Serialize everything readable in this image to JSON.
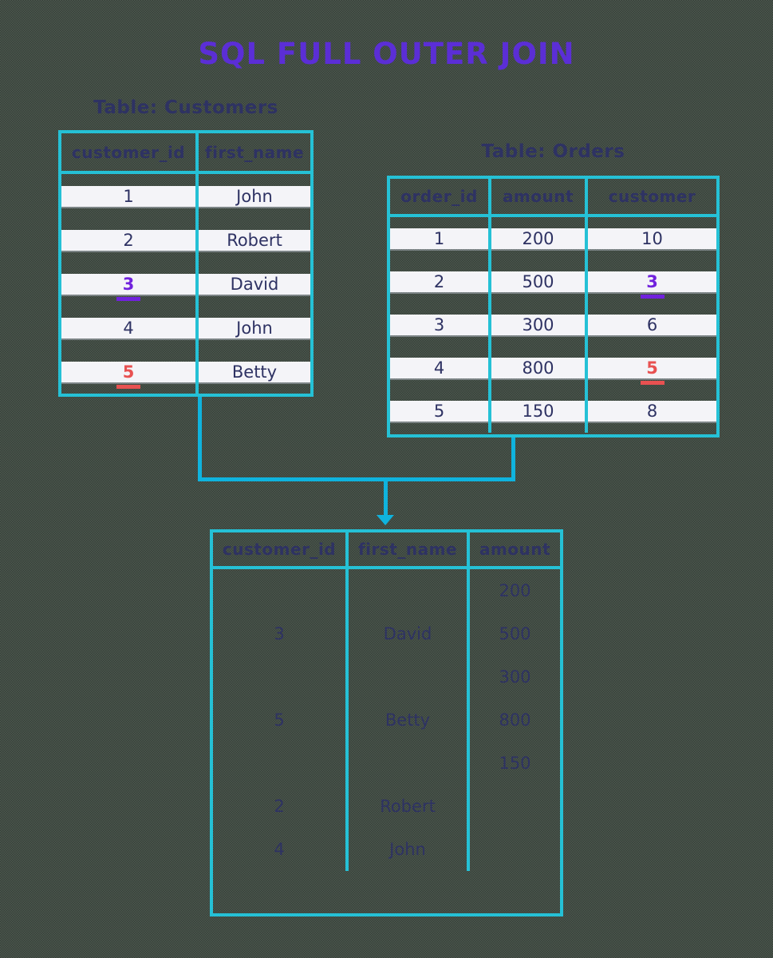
{
  "title": {
    "text": "SQL FULL OUTER JOIN"
  },
  "colors": {
    "background": "#414c43",
    "table_border": "#25c1d6",
    "connector": "#0fb3de",
    "row_stripe": "#f4f4f8",
    "text_navy": "#2e3263",
    "title_purple": "#5b2ed6",
    "highlight_purple": "#7122dd",
    "highlight_red": "#e85151"
  },
  "customers_table": {
    "caption": "Table: Customers",
    "headers": [
      "customer_id",
      "first_name"
    ],
    "rows": [
      [
        "1",
        "John"
      ],
      [
        "2",
        "Robert"
      ],
      [
        "3",
        "David"
      ],
      [
        "4",
        "John"
      ],
      [
        "5",
        "Betty"
      ]
    ]
  },
  "orders_table": {
    "caption": "Table: Orders",
    "headers": [
      "order_id",
      "amount",
      "customer"
    ],
    "rows": [
      [
        "1",
        "200",
        "10"
      ],
      [
        "2",
        "500",
        "3"
      ],
      [
        "3",
        "300",
        "6"
      ],
      [
        "4",
        "800",
        "5"
      ],
      [
        "5",
        "150",
        "8"
      ]
    ]
  },
  "result_table": {
    "headers": [
      "customer_id",
      "first_name",
      "amount"
    ],
    "rows": [
      [
        "",
        "",
        "200"
      ],
      [
        "3",
        "David",
        "500"
      ],
      [
        "",
        "",
        "300"
      ],
      [
        "5",
        "Betty",
        "800"
      ],
      [
        "",
        "",
        "150"
      ],
      [
        "2",
        "Robert",
        ""
      ],
      [
        "4",
        "John",
        ""
      ]
    ]
  }
}
